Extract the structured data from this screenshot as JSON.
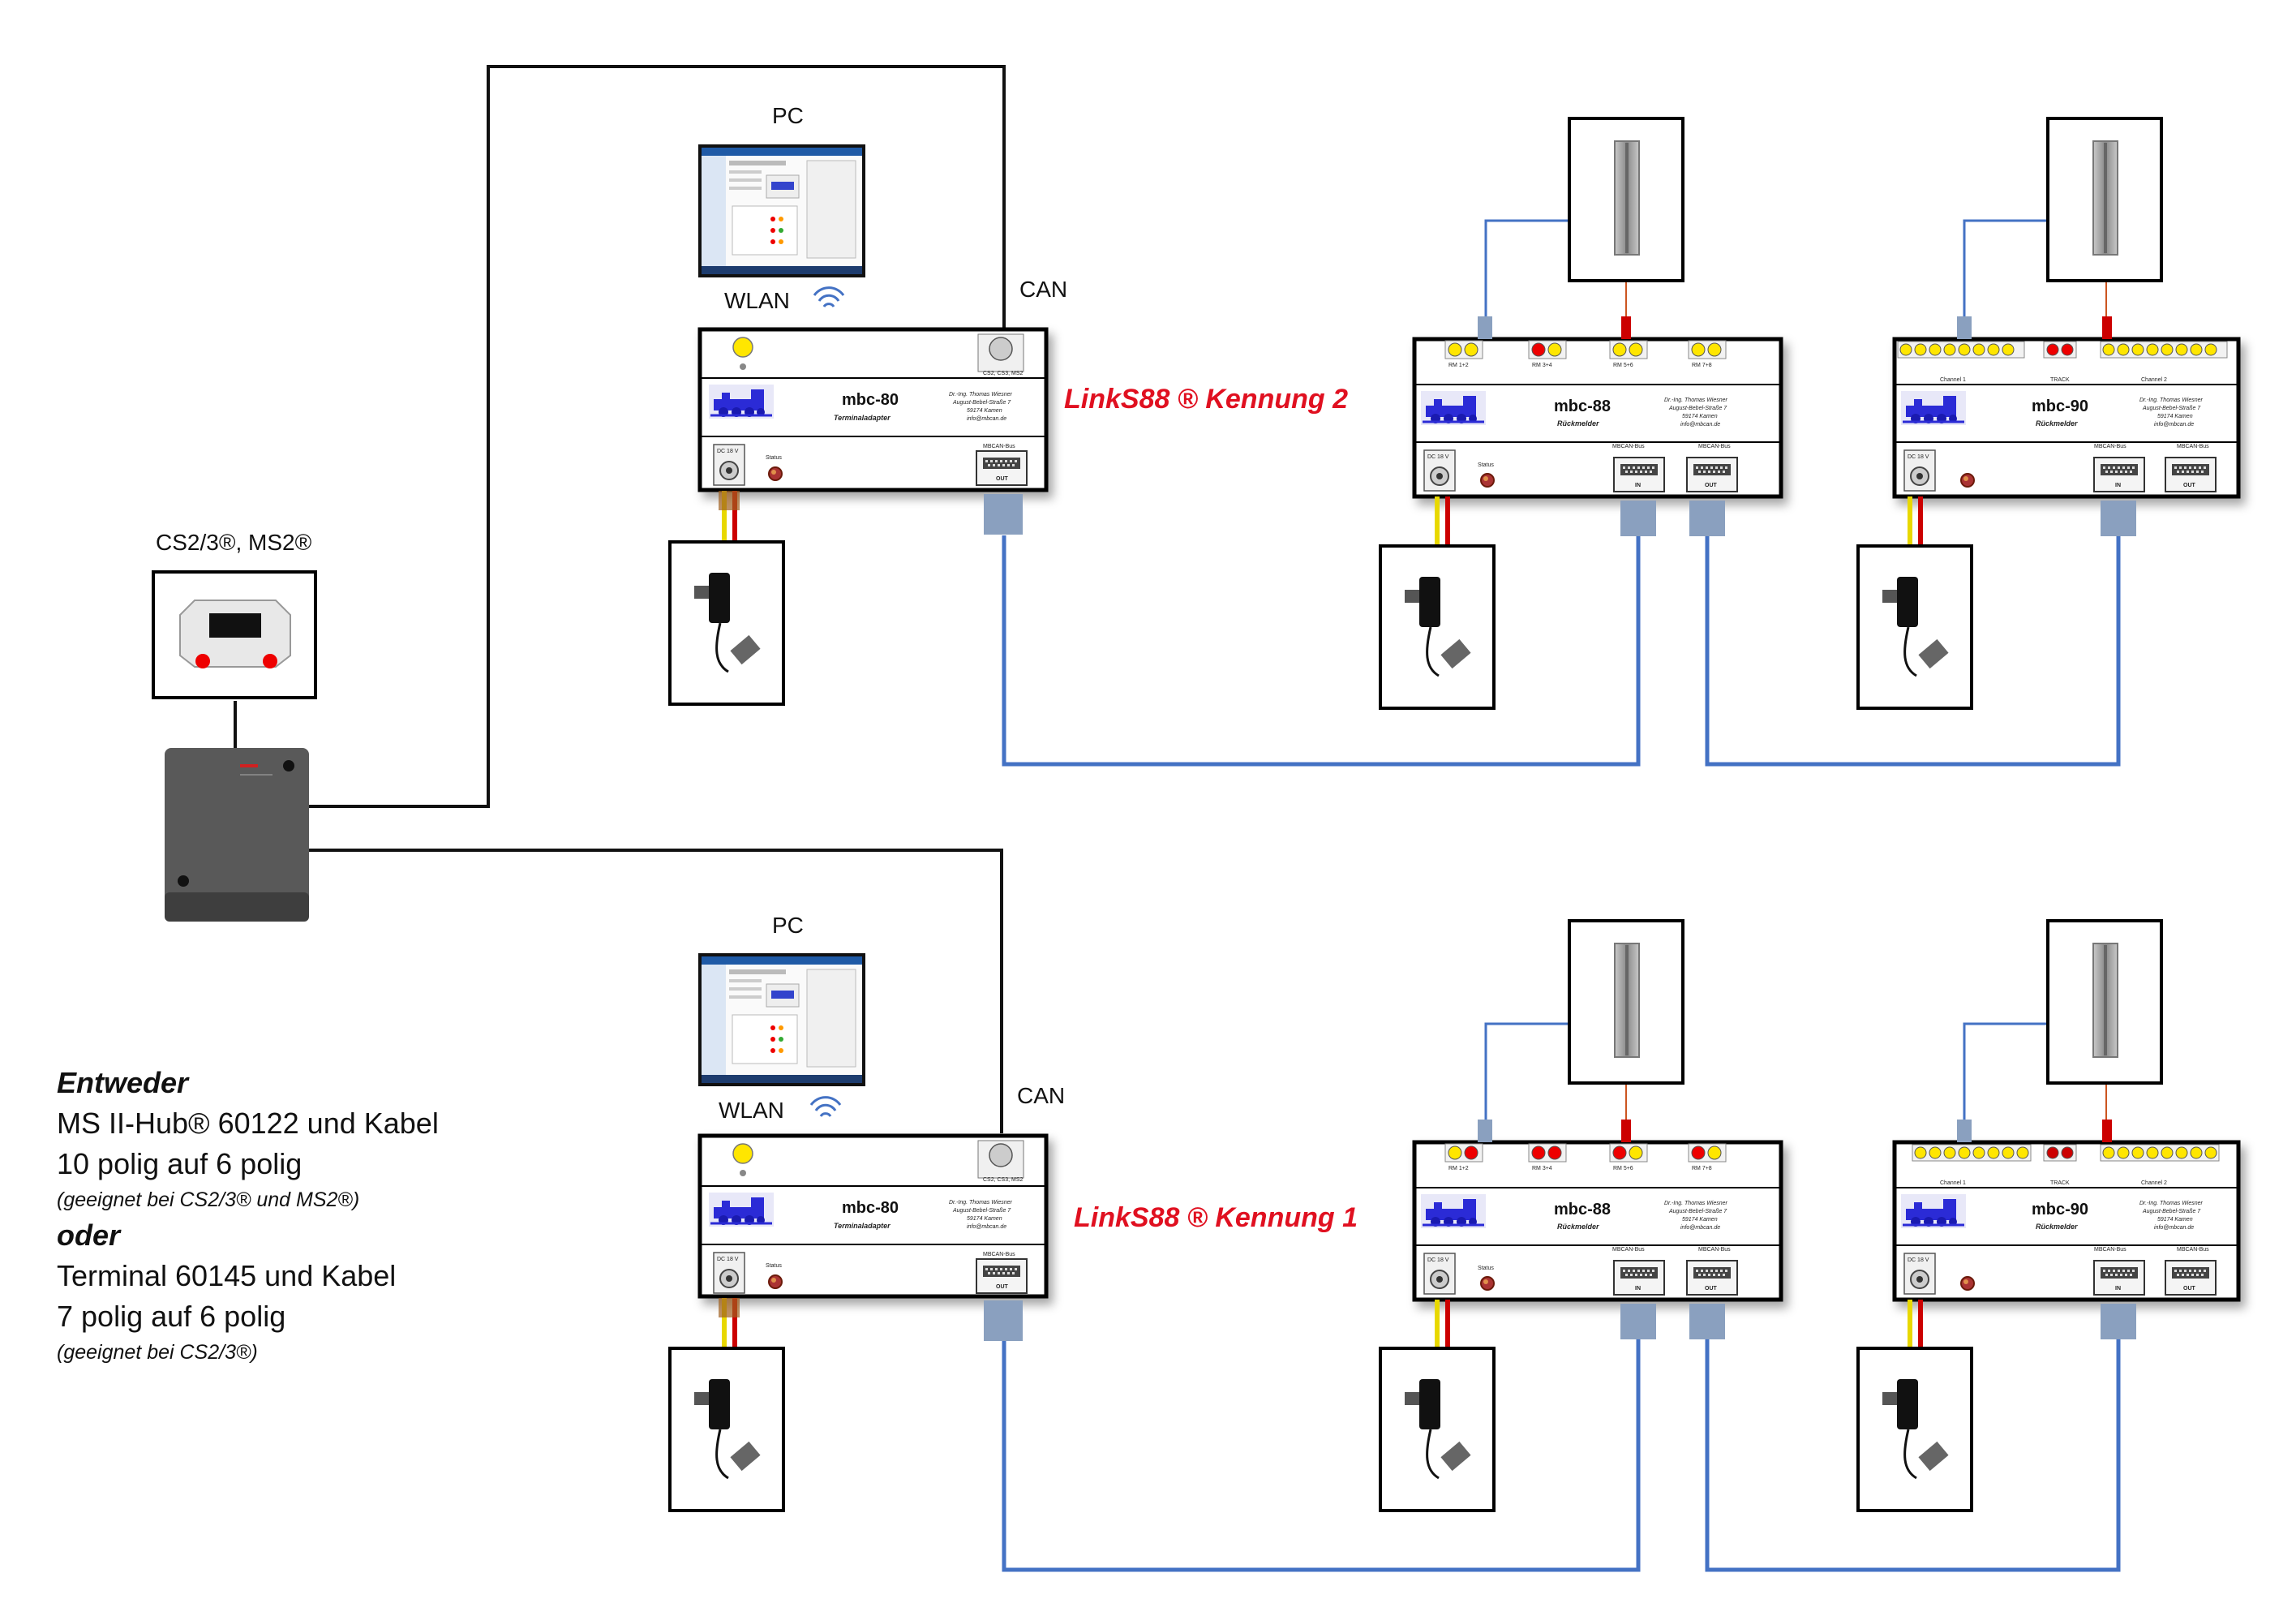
{
  "labels": {
    "cs_devices": "CS2/3®, MS2®",
    "pc": "PC",
    "wlan": "WLAN",
    "can": "CAN",
    "kennung_top": "LinkS88 ® Kennung 2",
    "kennung_bottom": "LinkS88 ® Kennung 1"
  },
  "modules": {
    "mbc80": {
      "name": "mbc-80",
      "subtitle": "Terminaladapter",
      "connector": "CS2, CS3, MS2",
      "dc": "DC 18 V",
      "status": "Status",
      "bus": "MBCAN-Bus",
      "out": "OUT"
    },
    "mbc88": {
      "name": "mbc-88",
      "subtitle": "Rückmelder",
      "rm": [
        "RM 1+2",
        "RM 3+4",
        "RM 5+6",
        "RM 7+8"
      ],
      "dc": "DC 18 V",
      "status": "Status",
      "bus": "MBCAN-Bus",
      "in": "IN",
      "out": "OUT"
    },
    "mbc90": {
      "name": "mbc-90",
      "subtitle": "Rückmelder",
      "channel1": "Channel 1",
      "channel2": "Channel 2",
      "track": "TRACK",
      "dc": "DC 18 V",
      "bus": "MBCAN-Bus",
      "in": "IN",
      "out": "OUT"
    },
    "address": [
      "Dr.-Ing. Thomas Wiesner",
      "August-Bebel-Straße 7",
      "59174 Kamen",
      "info@mbcan.de"
    ]
  },
  "notes": {
    "line1": "Entweder",
    "line2": "MS II-Hub® 60122 und Kabel",
    "line3": "10 polig auf 6 polig",
    "line4": "(geeignet bei CS2/3® und MS2®)",
    "line5": "oder",
    "line6": "Terminal 60145 und Kabel",
    "line7": "7 polig auf 6 polig",
    "line8": "(geeignet bei CS2/3®)"
  },
  "colors": {
    "can_wire": "#4472c4",
    "black_wire": "#111111",
    "red_text": "#e01020",
    "led_yellow": "#ffe600",
    "led_red": "#e00000",
    "locomotive": "#2b2bd6",
    "hub_gray": "#595959"
  }
}
